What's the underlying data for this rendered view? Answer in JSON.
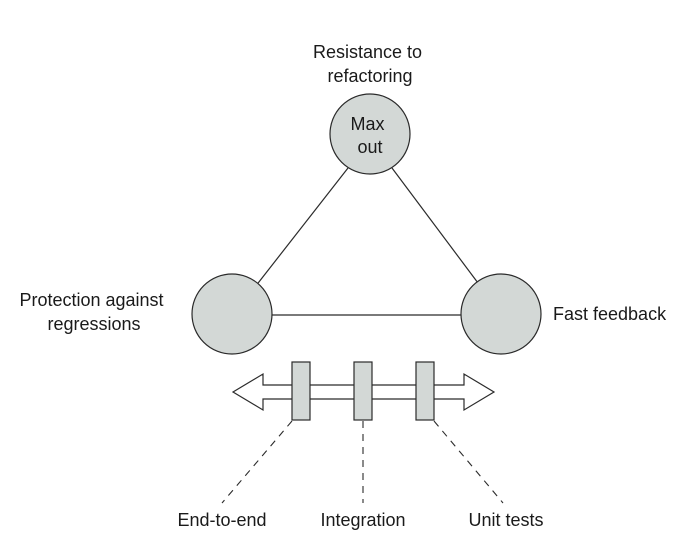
{
  "nodes": {
    "top": {
      "label_lines": [
        "Resistance to",
        "refactoring"
      ],
      "inner_lines": [
        "Max",
        "out"
      ]
    },
    "left": {
      "label_lines": [
        "Protection against",
        "regressions"
      ]
    },
    "right": {
      "label_lines": [
        "Fast feedback"
      ]
    }
  },
  "test_types": [
    "End-to-end",
    "Integration",
    "Unit tests"
  ],
  "colors": {
    "node_fill": "#d3d8d6",
    "stroke": "#2b2b2b",
    "text": "#1a1a1a"
  }
}
